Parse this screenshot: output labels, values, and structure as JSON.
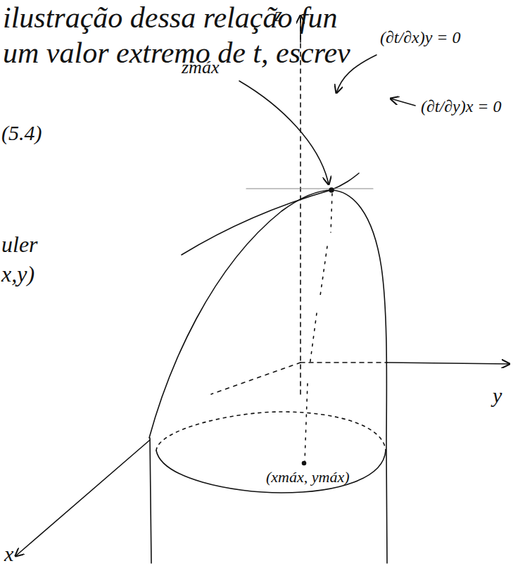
{
  "diagram": {
    "labels": [
      "ilustração dessa relação fun",
      "um valor extremo de t, escrev",
      "(5.4)",
      "uler",
      "x,y)",
      "z",
      "zmáx",
      "(∂t/∂x)y = 0",
      "(∂t/∂y)x = 0",
      "y",
      "x",
      "(xmáx, ymáx)"
    ]
  }
}
